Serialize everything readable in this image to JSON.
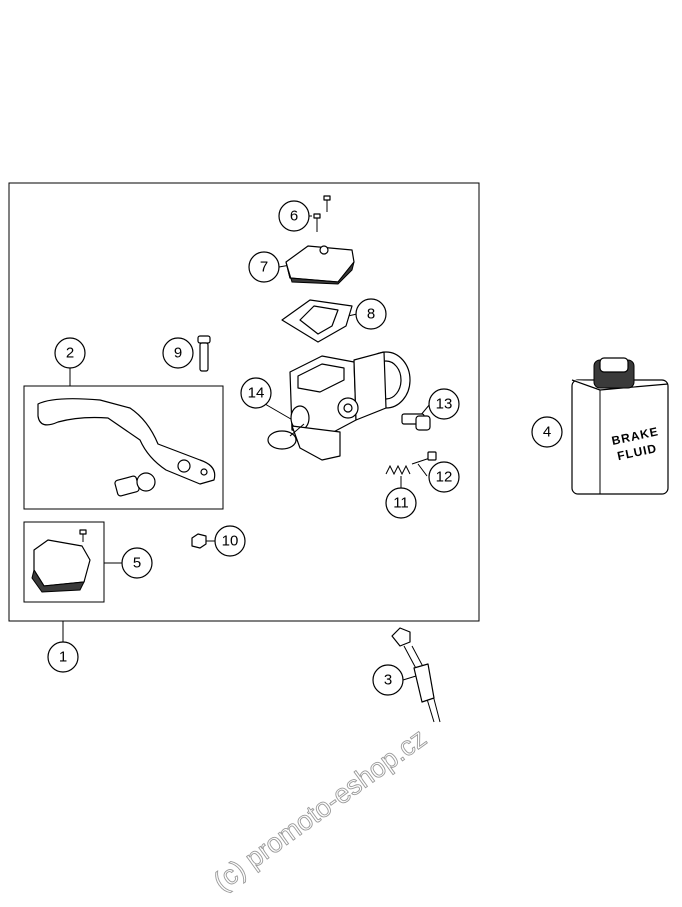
{
  "callouts": [
    "1",
    "2",
    "3",
    "4",
    "5",
    "6",
    "7",
    "8",
    "9",
    "10",
    "11",
    "12",
    "13",
    "14"
  ],
  "bottle_label": [
    "BRAKE",
    "FLUID"
  ],
  "watermark": "(c) promoto-eshop.cz",
  "colors": {
    "line": "#000000",
    "background": "#ffffff",
    "watermark": "#9a9a9a"
  }
}
